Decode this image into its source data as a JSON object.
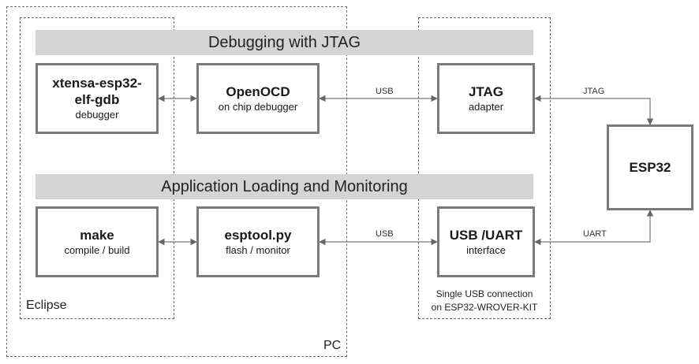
{
  "regions": {
    "pc_label": "PC",
    "eclipse_label": "Eclipse"
  },
  "banners": {
    "jtag": "Debugging with JTAG",
    "app": "Application Loading and Monitoring"
  },
  "boxes": {
    "gdb": {
      "title": "xtensa-esp32-elf-gdb",
      "subtitle": "debugger"
    },
    "openocd": {
      "title": "OpenOCD",
      "subtitle": "on chip debugger"
    },
    "jtag_adapter": {
      "title": "JTAG",
      "subtitle": "adapter"
    },
    "esp32": {
      "title": "ESP32"
    },
    "make": {
      "title": "make",
      "subtitle": "compile / build"
    },
    "esptool": {
      "title": "esptool.py",
      "subtitle": "flash / monitor"
    },
    "usb_uart": {
      "title": "USB /UART",
      "subtitle": "interface"
    }
  },
  "connections": {
    "usb_top": "USB",
    "usb_bottom": "USB",
    "jtag": "JTAG",
    "uart": "UART"
  },
  "note": {
    "line1": "Single USB connection",
    "line2": "on ESP32-WROVER-KIT"
  }
}
